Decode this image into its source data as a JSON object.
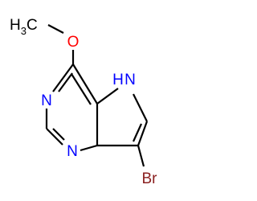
{
  "molecule": {
    "atoms": {
      "methyl": {
        "main": "H",
        "sub": "3",
        "tail": "C",
        "color": "#000000"
      },
      "oxygen": {
        "label": "O",
        "color": "#ff0000"
      },
      "n_upper": {
        "label": "N",
        "color": "#0000ff"
      },
      "n_lower": {
        "label": "N",
        "color": "#0000ff"
      },
      "nh": {
        "label": "H",
        "color": "#0000ff"
      },
      "nh_n": {
        "label": "N",
        "color": "#0000ff"
      },
      "bromine": {
        "label": "Br",
        "color": "#8b2020"
      }
    },
    "bond_color": "#000000"
  }
}
